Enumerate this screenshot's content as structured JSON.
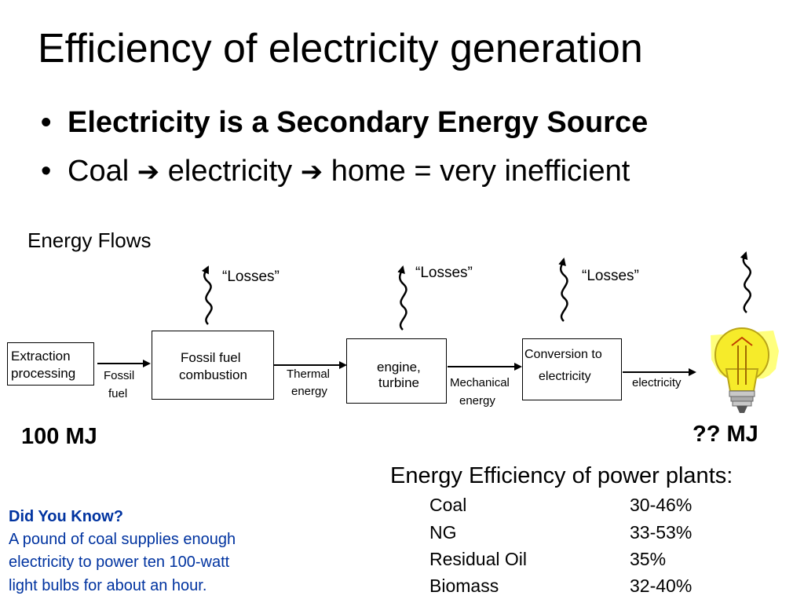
{
  "slide": {
    "title": "Efficiency of electricity generation",
    "bullets": [
      {
        "pre": "Electricity is a Secondary Energy Source"
      },
      {
        "p1": "Coal ",
        "arrow": "➔",
        "p2": " electricity ",
        "p3": " home = very inefficient"
      }
    ]
  },
  "flow": {
    "title": "Energy Flows",
    "boxes": {
      "extraction": [
        "Extraction",
        "processing"
      ],
      "combustion": [
        "Fossil fuel",
        "combustion"
      ],
      "engine": [
        "engine,",
        "turbine"
      ],
      "conversion": [
        "Conversion to",
        "electricity"
      ]
    },
    "arrow_labels": {
      "fossil_fuel": [
        "Fossil",
        "fuel"
      ],
      "thermal": [
        "Thermal",
        "energy"
      ],
      "mechanical": [
        "Mechanical",
        "energy"
      ],
      "electricity": "electricity"
    },
    "losses": [
      "“Losses”",
      "“Losses”",
      "“Losses”"
    ],
    "input_amount": "100 MJ",
    "output_amount": "?? MJ",
    "icons": [
      "wavy-loss-arrow-icon",
      "light-bulb-icon"
    ]
  },
  "efficiency": {
    "title": "Energy Efficiency of power plants:",
    "rows": [
      {
        "fuel": "Coal",
        "range": "30-46%"
      },
      {
        "fuel": "NG",
        "range": "33-53%"
      },
      {
        "fuel": "Residual Oil",
        "range": "35%"
      },
      {
        "fuel": "Biomass",
        "range": "32-40%"
      }
    ]
  },
  "did_you_know": {
    "title": "Did You Know?",
    "lines": [
      "A pound of coal supplies enough",
      "electricity to power ten 100-watt",
      "light bulbs for about an hour."
    ],
    "color": "#0033a0"
  }
}
